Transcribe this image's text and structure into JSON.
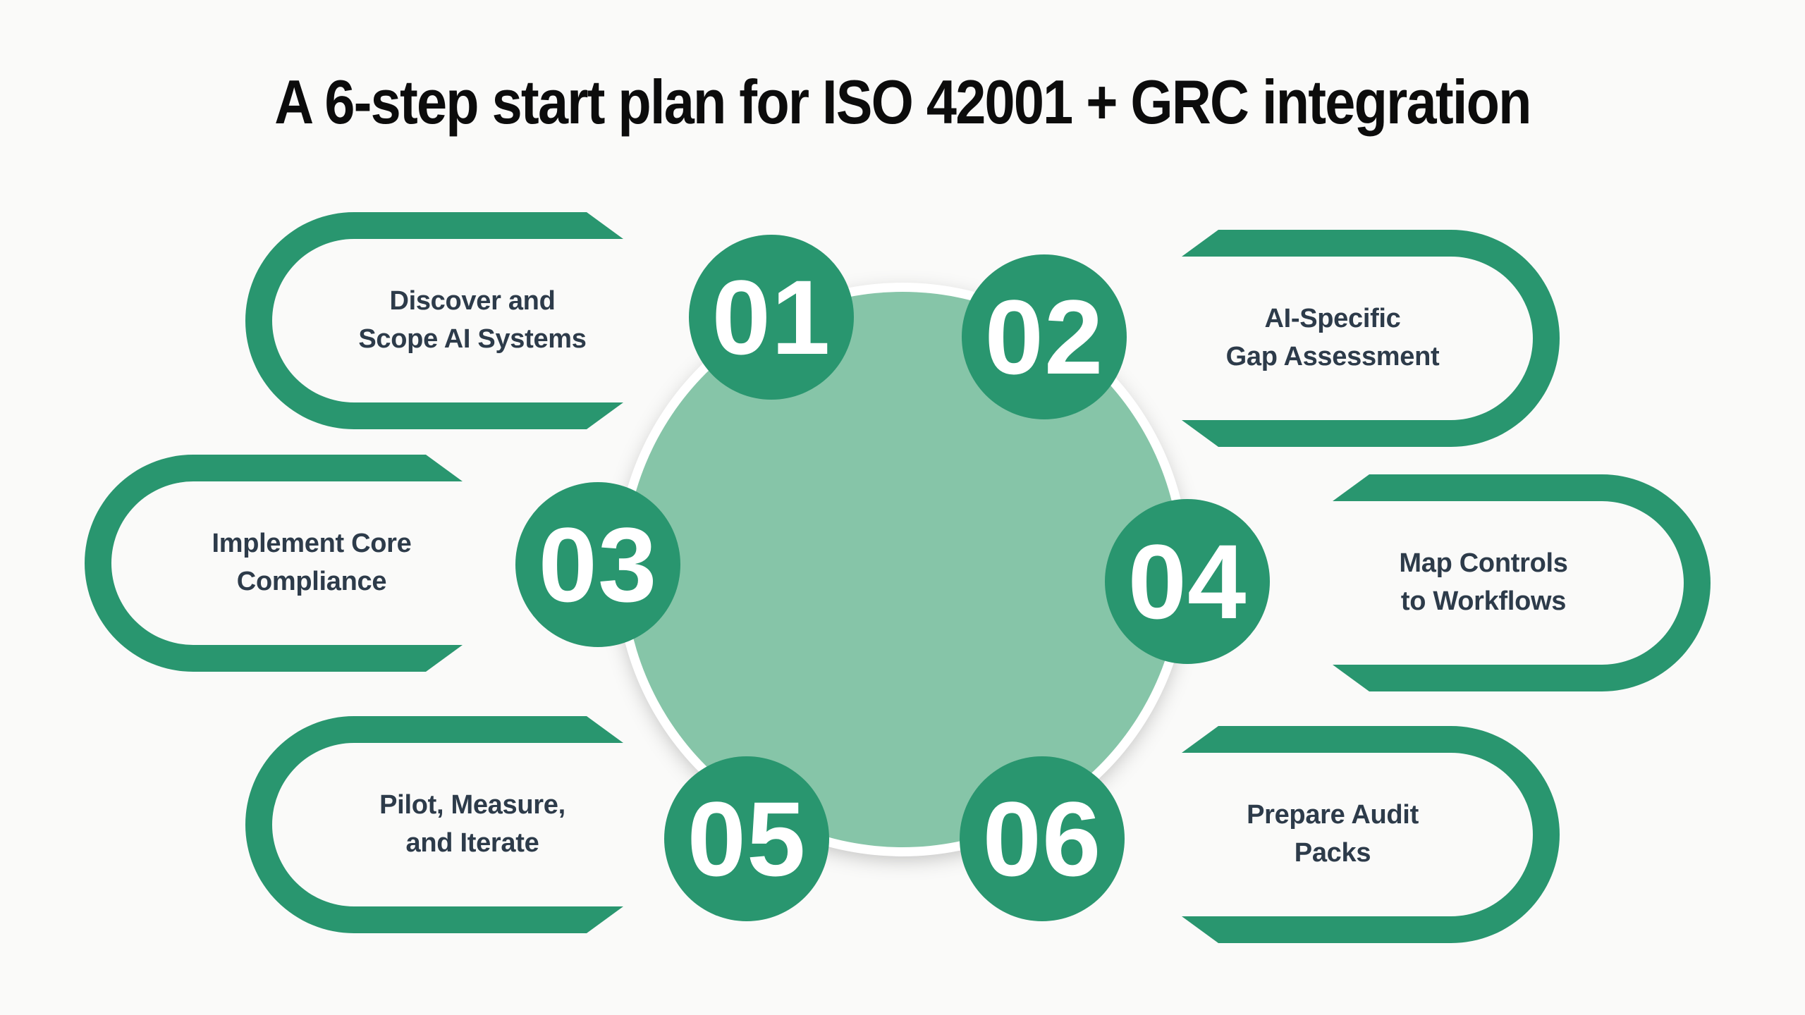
{
  "title": "A 6-step start plan for ISO 42001 + GRC integration",
  "steps": [
    {
      "number": "01",
      "label": "Discover and\nScope AI Systems"
    },
    {
      "number": "02",
      "label": "AI-Specific\nGap Assessment"
    },
    {
      "number": "03",
      "label": "Implement Core\nCompliance"
    },
    {
      "number": "04",
      "label": "Map Controls\nto Workflows"
    },
    {
      "number": "05",
      "label": "Pilot, Measure,\nand Iterate"
    },
    {
      "number": "06",
      "label": "Prepare Audit\nPacks"
    }
  ],
  "colors": {
    "green": "#29966F",
    "light_green": "#86C5A8",
    "label_text": "#2D3B4A",
    "title_text": "#0C0C0C",
    "badge_text": "#FFFFFF",
    "background": "#FAFAF9"
  }
}
